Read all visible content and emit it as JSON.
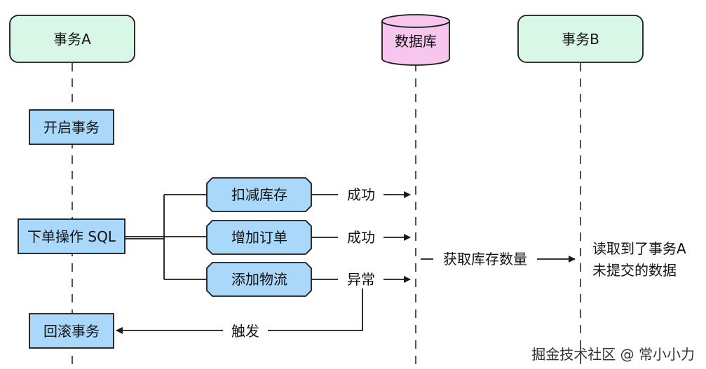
{
  "participants": {
    "a": "事务A",
    "db": "数据库",
    "b": "事务B"
  },
  "steps": {
    "begin": "开启事务",
    "order_sql": "下单操作 SQL",
    "rollback": "回滚事务"
  },
  "operations": [
    {
      "label": "扣减库存",
      "result": "成功"
    },
    {
      "label": "增加订单",
      "result": "成功"
    },
    {
      "label": "添加物流",
      "result": "异常"
    }
  ],
  "trigger_label": "触发",
  "read_label": "获取库存数量",
  "note_lines": [
    "读取到了事务A",
    "未提交的数据"
  ],
  "watermark": "掘金技术社区 @ 常小小力",
  "colors": {
    "participant_fill": "#d9f7e6",
    "db_fill": "#f6c6ef",
    "step_fill": "#a9d8fb",
    "op_fill": "#a9d8fb",
    "stroke": "#1a1a1a"
  }
}
